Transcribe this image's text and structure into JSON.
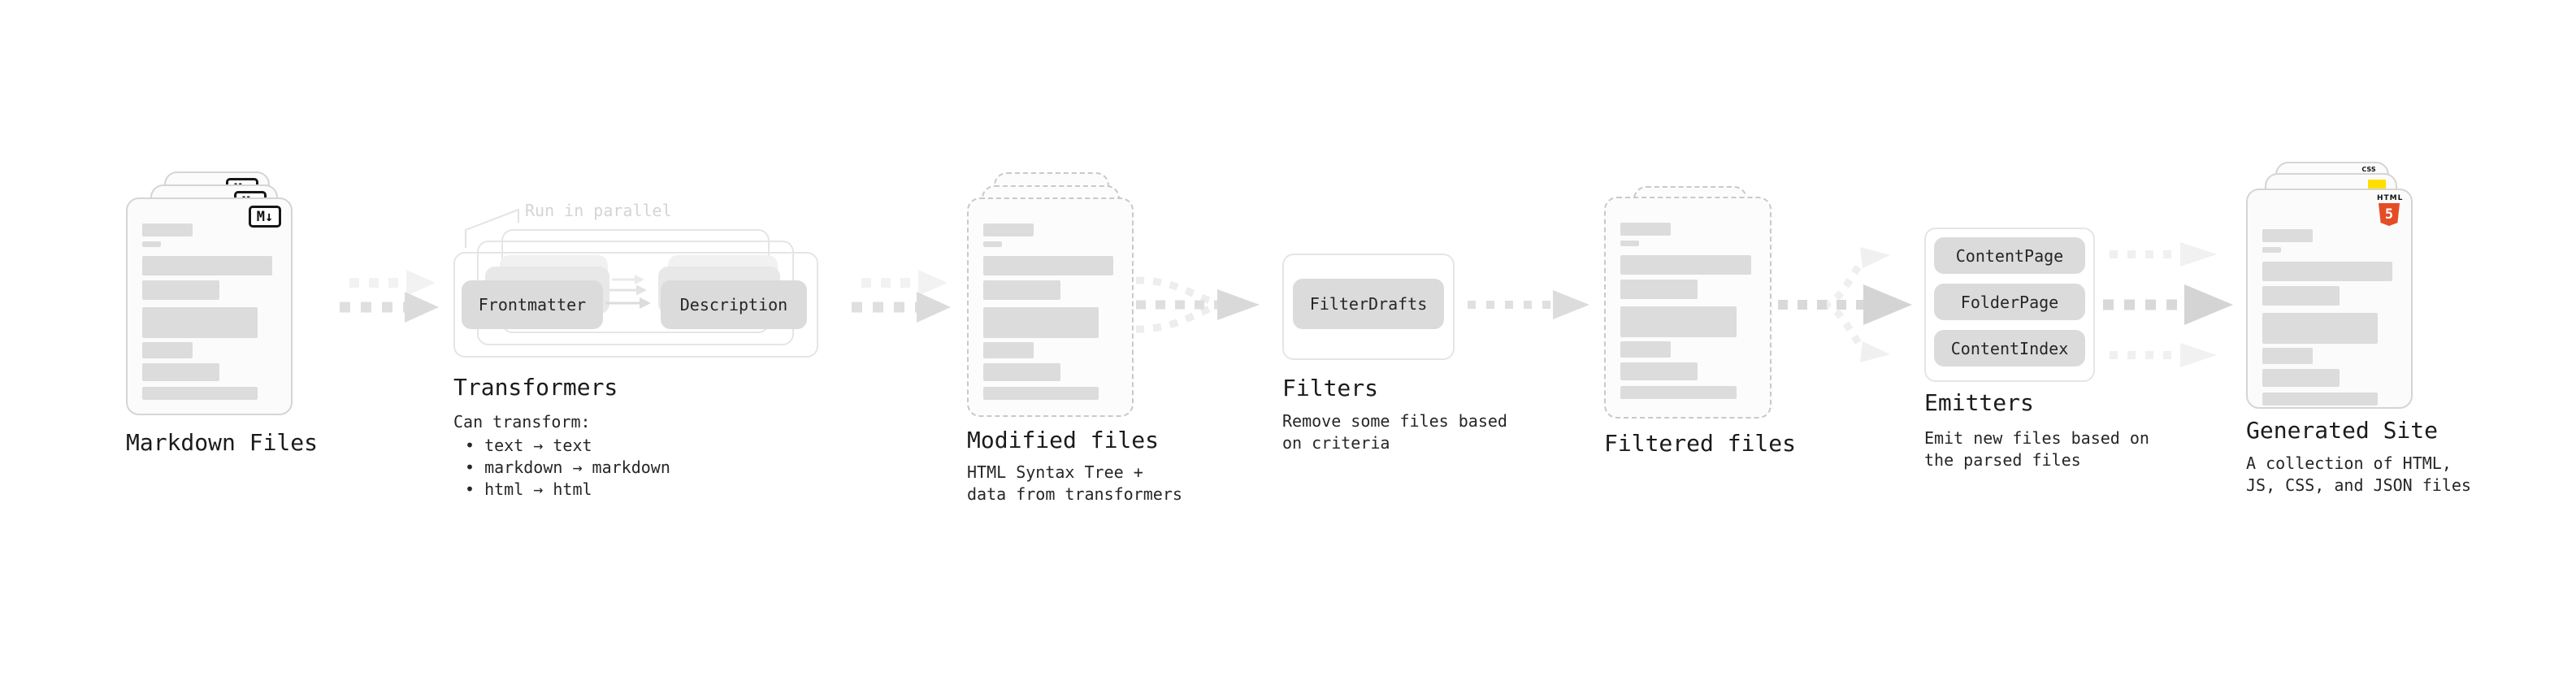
{
  "pipeline": {
    "markdown_files": {
      "label": "Markdown Files",
      "badge": "M↓"
    },
    "transformers": {
      "note": "Run in parallel",
      "node_a": "Frontmatter",
      "node_b": "Description",
      "label": "Transformers",
      "desc_title": "Can transform:",
      "bullets": [
        "• text → text",
        "• markdown → markdown",
        "• html → html"
      ]
    },
    "modified_files": {
      "label": "Modified files",
      "desc_line1": "HTML Syntax Tree +",
      "desc_line2": "data from transformers"
    },
    "filters": {
      "node": "FilterDrafts",
      "label": "Filters",
      "desc_line1": "Remove some files based",
      "desc_line2": "on criteria"
    },
    "filtered_files": {
      "label": "Filtered files"
    },
    "emitters": {
      "nodes": [
        "ContentPage",
        "FolderPage",
        "ContentIndex"
      ],
      "label": "Emitters",
      "desc_line1": "Emit new files based on",
      "desc_line2": "the parsed files"
    },
    "generated_site": {
      "label": "Generated Site",
      "desc_line1": "A collection of HTML,",
      "desc_line2": "JS, CSS, and JSON files",
      "html5_title": "HTML",
      "html5_number": "5",
      "css_label": "CSS"
    }
  },
  "colors": {
    "html5_orange": "#e44d26",
    "js_yellow": "#ffdf00",
    "css_blue": "#2f6df6",
    "node_fill": "#dbdbdb",
    "arrow_gray": "#dbdbdb",
    "text": "#1b1b1b"
  }
}
